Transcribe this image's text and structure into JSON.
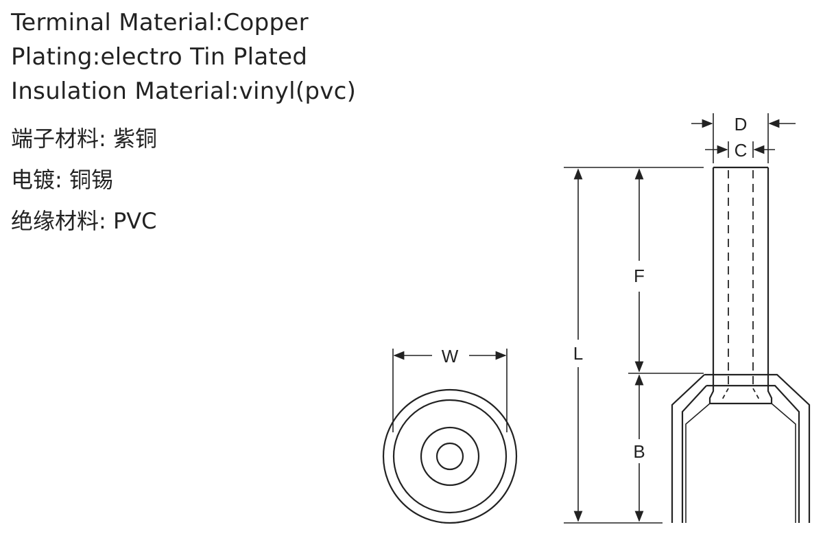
{
  "specs_en": [
    "Terminal Material:Copper",
    "Plating:electro Tin Plated",
    "Insulation Material:vinyl(pvc)"
  ],
  "specs_cn": [
    "端子材料: 紫铜",
    "电镀: 铜锡",
    "绝缘材料: PVC"
  ],
  "dimension_labels": {
    "D": "D",
    "C": "C",
    "F": "F",
    "L": "L",
    "B": "B",
    "W": "W"
  },
  "colors": {
    "line": "#222222",
    "background": "#ffffff"
  }
}
